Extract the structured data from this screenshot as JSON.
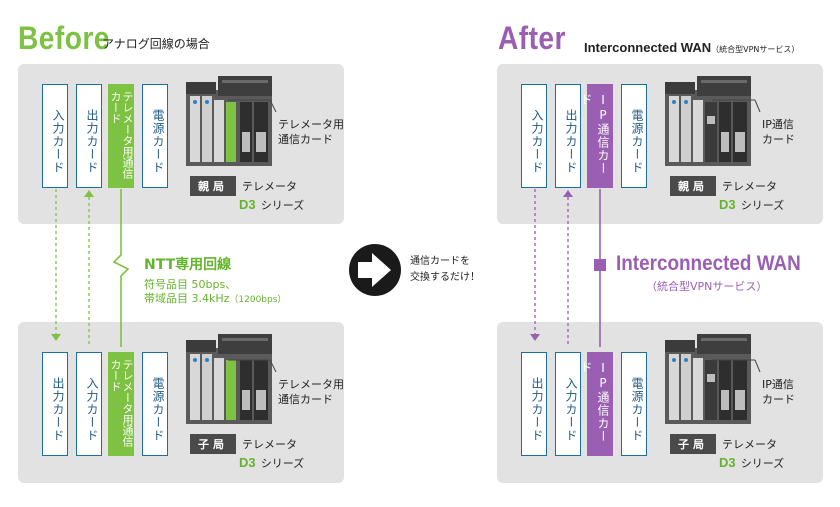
{
  "header": {
    "before_title": "Before",
    "before_subtitle": "アナログ回線の場合",
    "after_title": "After",
    "after_subtitle_main": "Interconnected WAN",
    "after_subtitle_paren": "（統合型VPNサービス）"
  },
  "cards": {
    "input": "入力カード",
    "output": "出力カード",
    "power": "電源カード",
    "telemeter": "テレメータ用通信カード",
    "ip": "IP通信カード"
  },
  "labels": {
    "telemeter_card": [
      "テレメータ用",
      "通信カード"
    ],
    "ip_card": [
      "IP通信",
      "カード"
    ],
    "parent_station": "親局",
    "child_station": "子局",
    "telemeter": "テレメータ",
    "series_prefix": "D3",
    "series_suffix": "シリーズ"
  },
  "ntt": {
    "title": "NTT専用回線",
    "line1": "符号品目 50bps、",
    "line2_main": "帯域品目 3.4kHz",
    "line2_paren": "（1200bps）"
  },
  "middle": {
    "line1": "通信カードを",
    "line2": "交換するだけ！"
  },
  "wan": {
    "title": "Interconnected WAN",
    "subtitle": "（統合型VPNサービス）"
  },
  "colors": {
    "green": "#7dc242",
    "purple": "#9a5fb3",
    "blue": "#1e6ea1"
  }
}
